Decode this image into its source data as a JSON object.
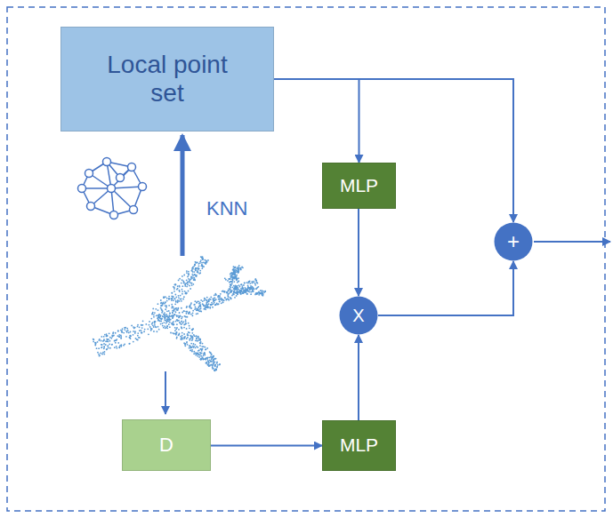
{
  "diagram": {
    "nodes": [
      {
        "text": [
          "Local point set"
        ]
      },
      {
        "text": [
          "MLP"
        ]
      },
      {
        "text": [
          "+"
        ]
      },
      {
        "text": [
          "X"
        ]
      },
      {
        "text": [
          "D"
        ]
      },
      {
        "text": [
          "MLP"
        ]
      }
    ],
    "edges": [
      {
        "from": 0,
        "to": 1,
        "arrow": "to"
      },
      {
        "from": 0,
        "to": 2,
        "arrow": "to"
      },
      {
        "from": 1,
        "to": 3,
        "arrow": "to"
      },
      {
        "from": 5,
        "to": 3,
        "arrow": "to"
      },
      {
        "from": 4,
        "to": 5,
        "arrow": "to"
      },
      {
        "from": 3,
        "to": 2,
        "arrow": "to"
      }
    ],
    "labels": [
      "KNN"
    ]
  }
}
